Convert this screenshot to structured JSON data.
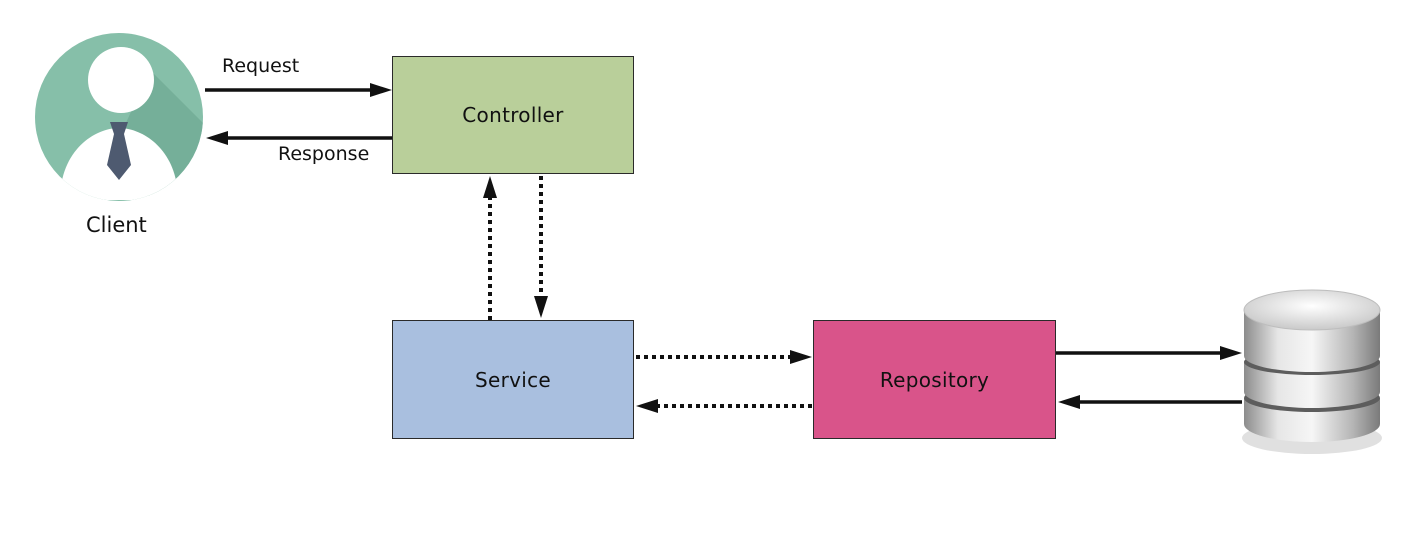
{
  "diagram": {
    "client": {
      "label": "Client"
    },
    "controller": {
      "label": "Controller",
      "color": "#b9cf9a"
    },
    "service": {
      "label": "Service",
      "color": "#a9bfdf"
    },
    "repository": {
      "label": "Repository",
      "color": "#d9548a"
    },
    "database": {
      "icon": "database-icon"
    },
    "edges": {
      "request": "Request",
      "response": "Response"
    }
  }
}
